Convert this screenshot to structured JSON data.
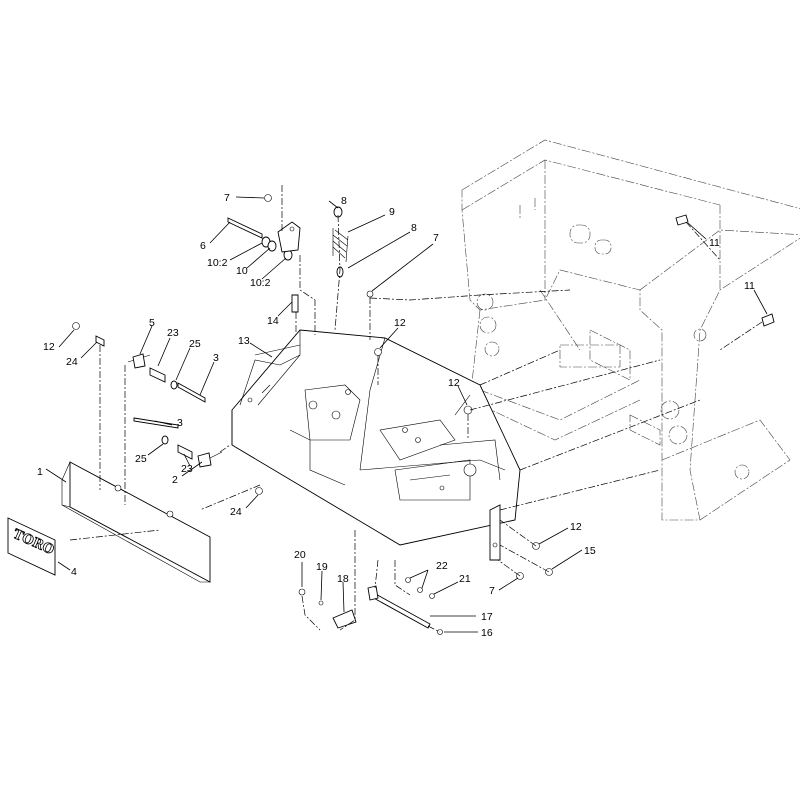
{
  "diagram": {
    "callouts": [
      {
        "id": "c-7a",
        "label": "7",
        "partGeom": "c7a"
      },
      {
        "id": "c-8a",
        "label": "8"
      },
      {
        "id": "c-9",
        "label": "9"
      },
      {
        "id": "c-6",
        "label": "6"
      },
      {
        "id": "c-10-2a",
        "label": "10:2"
      },
      {
        "id": "c-10",
        "label": "10"
      },
      {
        "id": "c-10-2b",
        "label": "10:2"
      },
      {
        "id": "c-8b",
        "label": "8"
      },
      {
        "id": "c-7b",
        "label": "7"
      },
      {
        "id": "c-11a",
        "label": "11"
      },
      {
        "id": "c-11b",
        "label": "11"
      },
      {
        "id": "c-14",
        "label": "14"
      },
      {
        "id": "c-12a",
        "label": "12"
      },
      {
        "id": "c-13",
        "label": "13"
      },
      {
        "id": "c-5",
        "label": "5"
      },
      {
        "id": "c-23a",
        "label": "23"
      },
      {
        "id": "c-25a",
        "label": "25"
      },
      {
        "id": "c-3a",
        "label": "3"
      },
      {
        "id": "c-12b",
        "label": "12"
      },
      {
        "id": "c-24a",
        "label": "24"
      },
      {
        "id": "c-12c",
        "label": "12"
      },
      {
        "id": "c-3b",
        "label": "3"
      },
      {
        "id": "c-25b",
        "label": "25"
      },
      {
        "id": "c-23b",
        "label": "23"
      },
      {
        "id": "c-2",
        "label": "2"
      },
      {
        "id": "c-1",
        "label": "1"
      },
      {
        "id": "c-24b",
        "label": "24"
      },
      {
        "id": "c-4",
        "label": "4"
      },
      {
        "id": "c-12d",
        "label": "12"
      },
      {
        "id": "c-15",
        "label": "15"
      },
      {
        "id": "c-20",
        "label": "20"
      },
      {
        "id": "c-19",
        "label": "19"
      },
      {
        "id": "c-18",
        "label": "18"
      },
      {
        "id": "c-22",
        "label": "22"
      },
      {
        "id": "c-21",
        "label": "21"
      },
      {
        "id": "c-7c",
        "label": "7"
      },
      {
        "id": "c-17",
        "label": "17"
      },
      {
        "id": "c-16",
        "label": "16"
      }
    ],
    "decal_text": "TORO"
  }
}
